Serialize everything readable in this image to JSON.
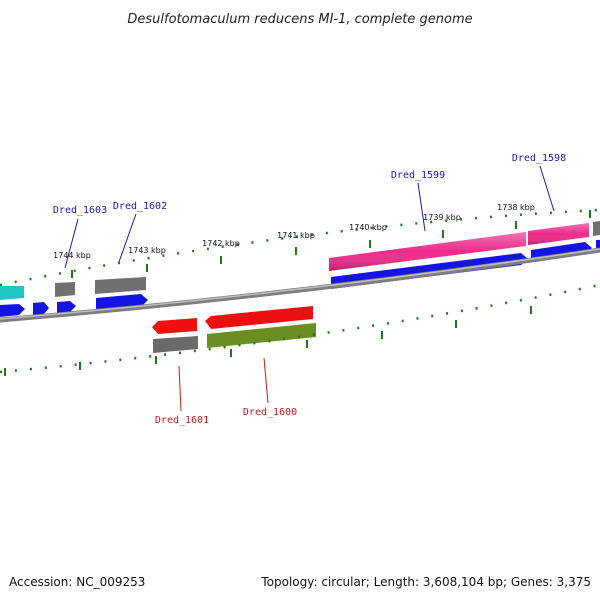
{
  "title": "Desulfotomaculum reducens MI-1, complete genome",
  "footer": {
    "accession": "Accession: NC_009253",
    "topology": "Topology: circular; Length: 3,608,104 bp; Genes: 3,375"
  },
  "colors": {
    "backbone": "#8a8a8a",
    "tick": "#1a7a1a",
    "forward_label": "#1a1aa6",
    "reverse_label": "#c41a1a"
  },
  "scale_ticks": [
    {
      "label": "1744 kbp"
    },
    {
      "label": "1743 kbp"
    },
    {
      "label": "1742 kbp"
    },
    {
      "label": "1741 kbp"
    },
    {
      "label": "1740 kbp"
    },
    {
      "label": "1739 kbp"
    },
    {
      "label": "1738 kbp"
    }
  ],
  "gene_labels": {
    "dred_1603": "Dred_1603",
    "dred_1602": "Dred_1602",
    "dred_1599": "Dred_1599",
    "dred_1598": "Dred_1598",
    "dred_1601": "Dred_1601",
    "dred_1600": "Dred_1600"
  }
}
